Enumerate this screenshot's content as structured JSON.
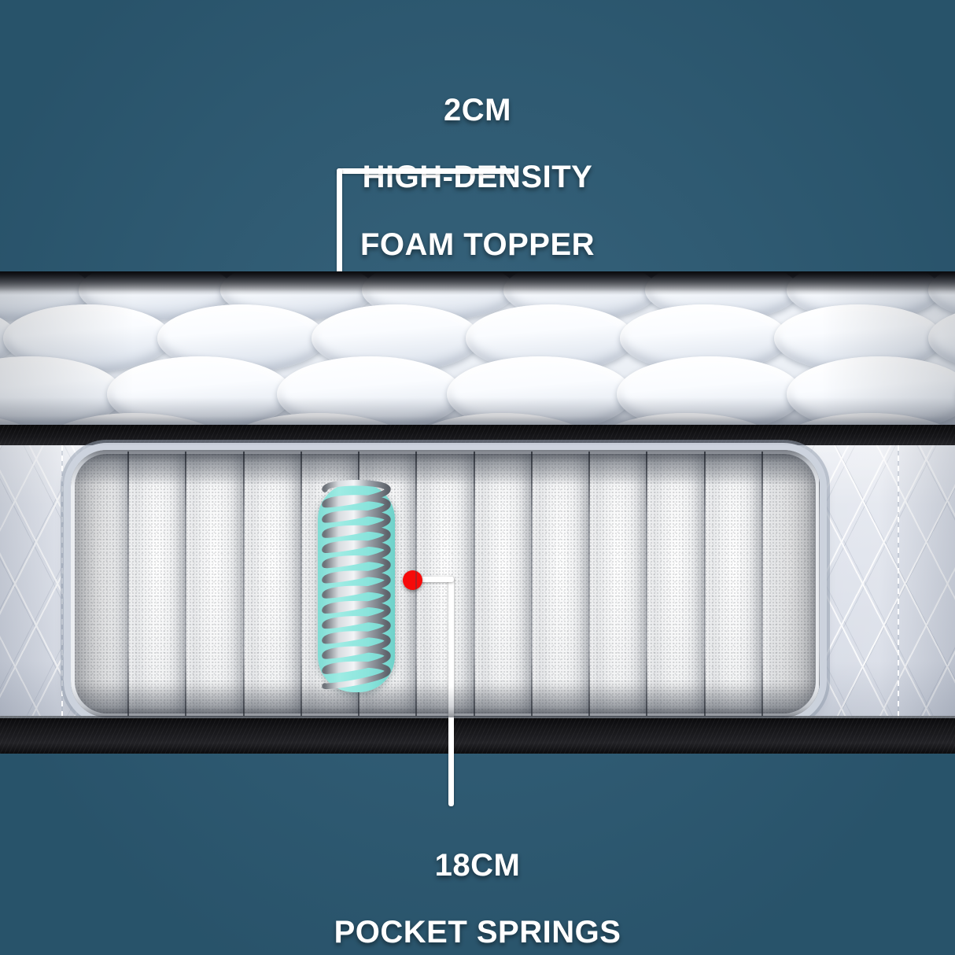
{
  "background": {
    "color": "#2d5c76"
  },
  "callouts": {
    "top": {
      "line1": "2CM",
      "line2": "HIGH-DENSITY",
      "line3": "FOAM TOPPER",
      "marker_color": "#f60a0a",
      "leader_color": "#ffffff"
    },
    "bottom": {
      "line1": "18CM",
      "line2": "POCKET SPRINGS",
      "marker_color": "#f60a0a",
      "leader_color": "#ffffff"
    }
  },
  "product": {
    "top_layer": {
      "name": "quilted-foam-topper",
      "thickness": "2CM"
    },
    "core_layer": {
      "name": "pocket-spring-core",
      "thickness": "18CM",
      "pocket_count": 13
    },
    "spring_pocket_color": "#8ae4dc",
    "spring_wire_color": "#9aa0a6",
    "border_band_color": "#141417",
    "side_panel_color": "#dfe3ec"
  }
}
